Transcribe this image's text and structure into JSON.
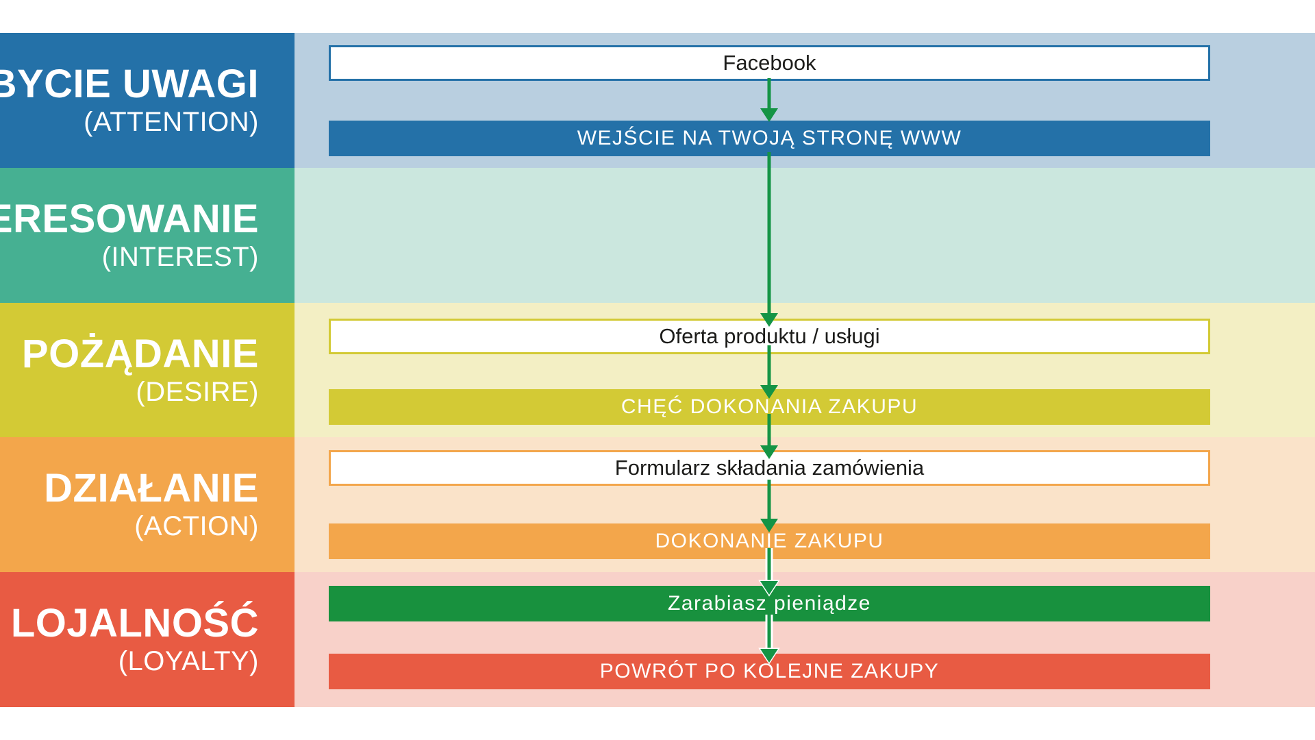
{
  "diagram": {
    "description": "AIDA(L) sales funnel flow diagram in Polish",
    "stages": [
      {
        "id": "attention",
        "label": "BYCIE UWAGI",
        "sublabel": "(ATTENTION)",
        "color": "#2471a8",
        "tint": "#b9cfe0"
      },
      {
        "id": "interest",
        "label": "ERESOWANIE",
        "sublabel": "(INTEREST)",
        "color": "#46b092",
        "tint": "#cbe7de"
      },
      {
        "id": "desire",
        "label": "POŻĄDANIE",
        "sublabel": "(DESIRE)",
        "color": "#d3ca35",
        "tint": "#f3efc4"
      },
      {
        "id": "action",
        "label": "DZIAŁANIE",
        "sublabel": "(ACTION)",
        "color": "#f3a64b",
        "tint": "#fae3c9"
      },
      {
        "id": "loyalty",
        "label": "LOJALNOŚĆ",
        "sublabel": "(LOYALTY)",
        "color": "#e85b43",
        "tint": "#f8d1c9"
      }
    ],
    "nodes": {
      "facebook": "Facebook",
      "website_entry": "WEJŚCIE NA TWOJĄ STRONĘ WWW",
      "offer": "Oferta produktu / usługi",
      "purchase_desire": "CHĘĆ DOKONANIA ZAKUPU",
      "order_form": "Formularz składania zamówienia",
      "purchase": "DOKONANIE ZAKUPU",
      "earn_money": "Zarabiasz pieniądze",
      "return_purchases": "POWRÓT PO KOLEJNE ZAKUPY"
    },
    "flow_order": [
      "facebook",
      "website_entry",
      "offer",
      "purchase_desire",
      "order_form",
      "purchase",
      "earn_money",
      "return_purchases"
    ],
    "colors": {
      "arrow": "#149445",
      "green_bar": "#18913e",
      "box_text": "#1c1c1a",
      "bar_text": "#ffffff",
      "background": "#ffffff"
    }
  }
}
